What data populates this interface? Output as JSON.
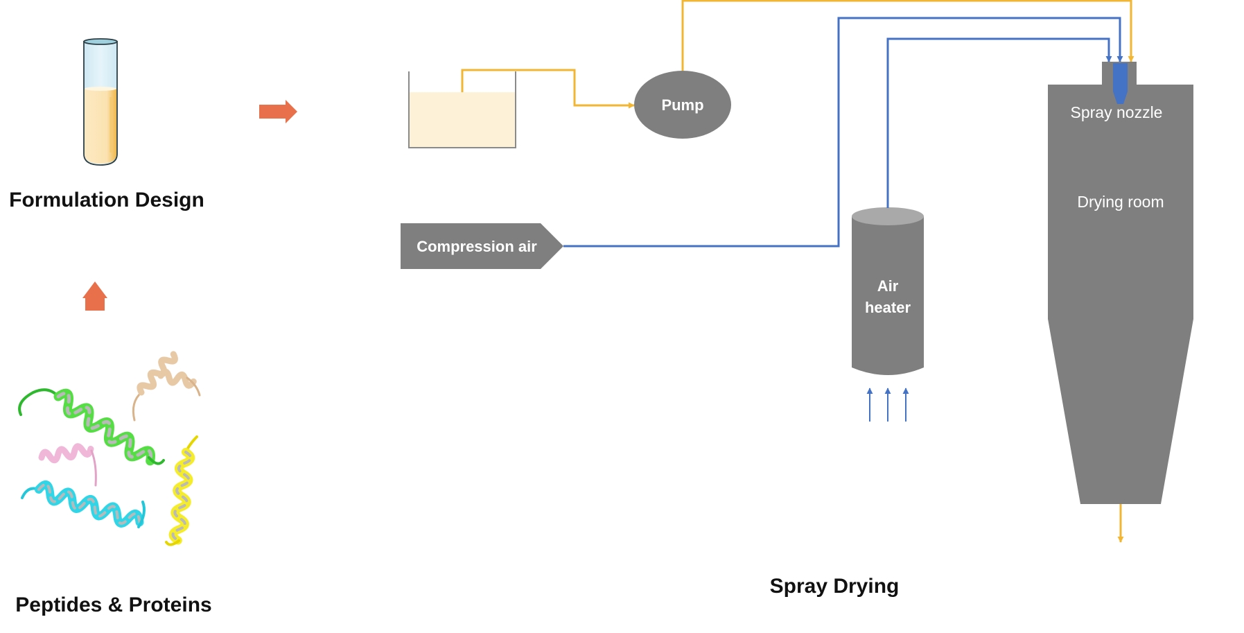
{
  "labels": {
    "formulation": "Formulation Design",
    "peptides": "Peptides & Proteins",
    "pump": "Pump",
    "compression": "Compression air",
    "air_heater_line1": "Air",
    "air_heater_line2": "heater",
    "spray_nozzle": "Spray nozzle",
    "drying_room": "Drying room",
    "spray_drying": "Spray Drying"
  },
  "colors": {
    "equipment_gray": "#7f7f7f",
    "liquid_line": "#f2b632",
    "air_line": "#4472c4",
    "flow_arrow": "#e8704a",
    "liquid_fill": "#fdf1d8"
  },
  "icons": {
    "test_tube": "test-tube-icon",
    "proteins": "protein-helices-icon"
  }
}
